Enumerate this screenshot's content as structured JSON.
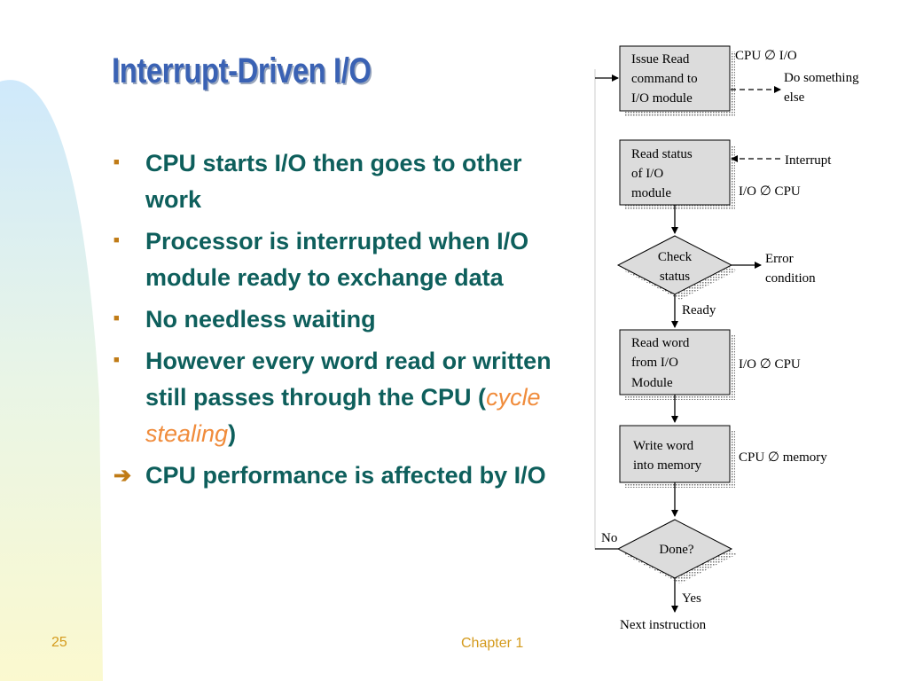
{
  "slide": {
    "title": "Interrupt-Driven I/O",
    "page_number": "25",
    "footer": "Chapter 1"
  },
  "bullets": [
    {
      "marker": "square",
      "text": "CPU starts I/O then goes to other work"
    },
    {
      "marker": "square",
      "text": "Processor is interrupted when I/O module ready to exchange data"
    },
    {
      "marker": "square",
      "text": "No needless waiting"
    },
    {
      "marker": "square",
      "text_before": "However every word read or written still passes through the CPU (",
      "text_italic": "cycle stealing",
      "text_after": ")"
    },
    {
      "marker": "arrow",
      "text": "CPU performance is affected by I/O"
    }
  ],
  "flowchart": {
    "box1": [
      "Issue Read",
      "command to",
      "I/O module"
    ],
    "box1_side": "CPU ∅ I/O",
    "box1_branch": [
      "Do something",
      "else"
    ],
    "box2": [
      "Read status",
      "of I/O",
      "module"
    ],
    "interrupt": "Interrupt",
    "box2_side": "I/O ∅ CPU",
    "diamond1": [
      "Check",
      "status"
    ],
    "error": [
      "Error",
      "condition"
    ],
    "ready": "Ready",
    "box3": [
      "Read word",
      "from I/O",
      "Module"
    ],
    "box3_side": "I/O ∅ CPU",
    "box4": [
      "Write word",
      "into memory"
    ],
    "box4_side": "CPU ∅ memory",
    "diamond2": [
      "Done?"
    ],
    "no": "No",
    "yes": "Yes",
    "next": "Next instruction"
  }
}
